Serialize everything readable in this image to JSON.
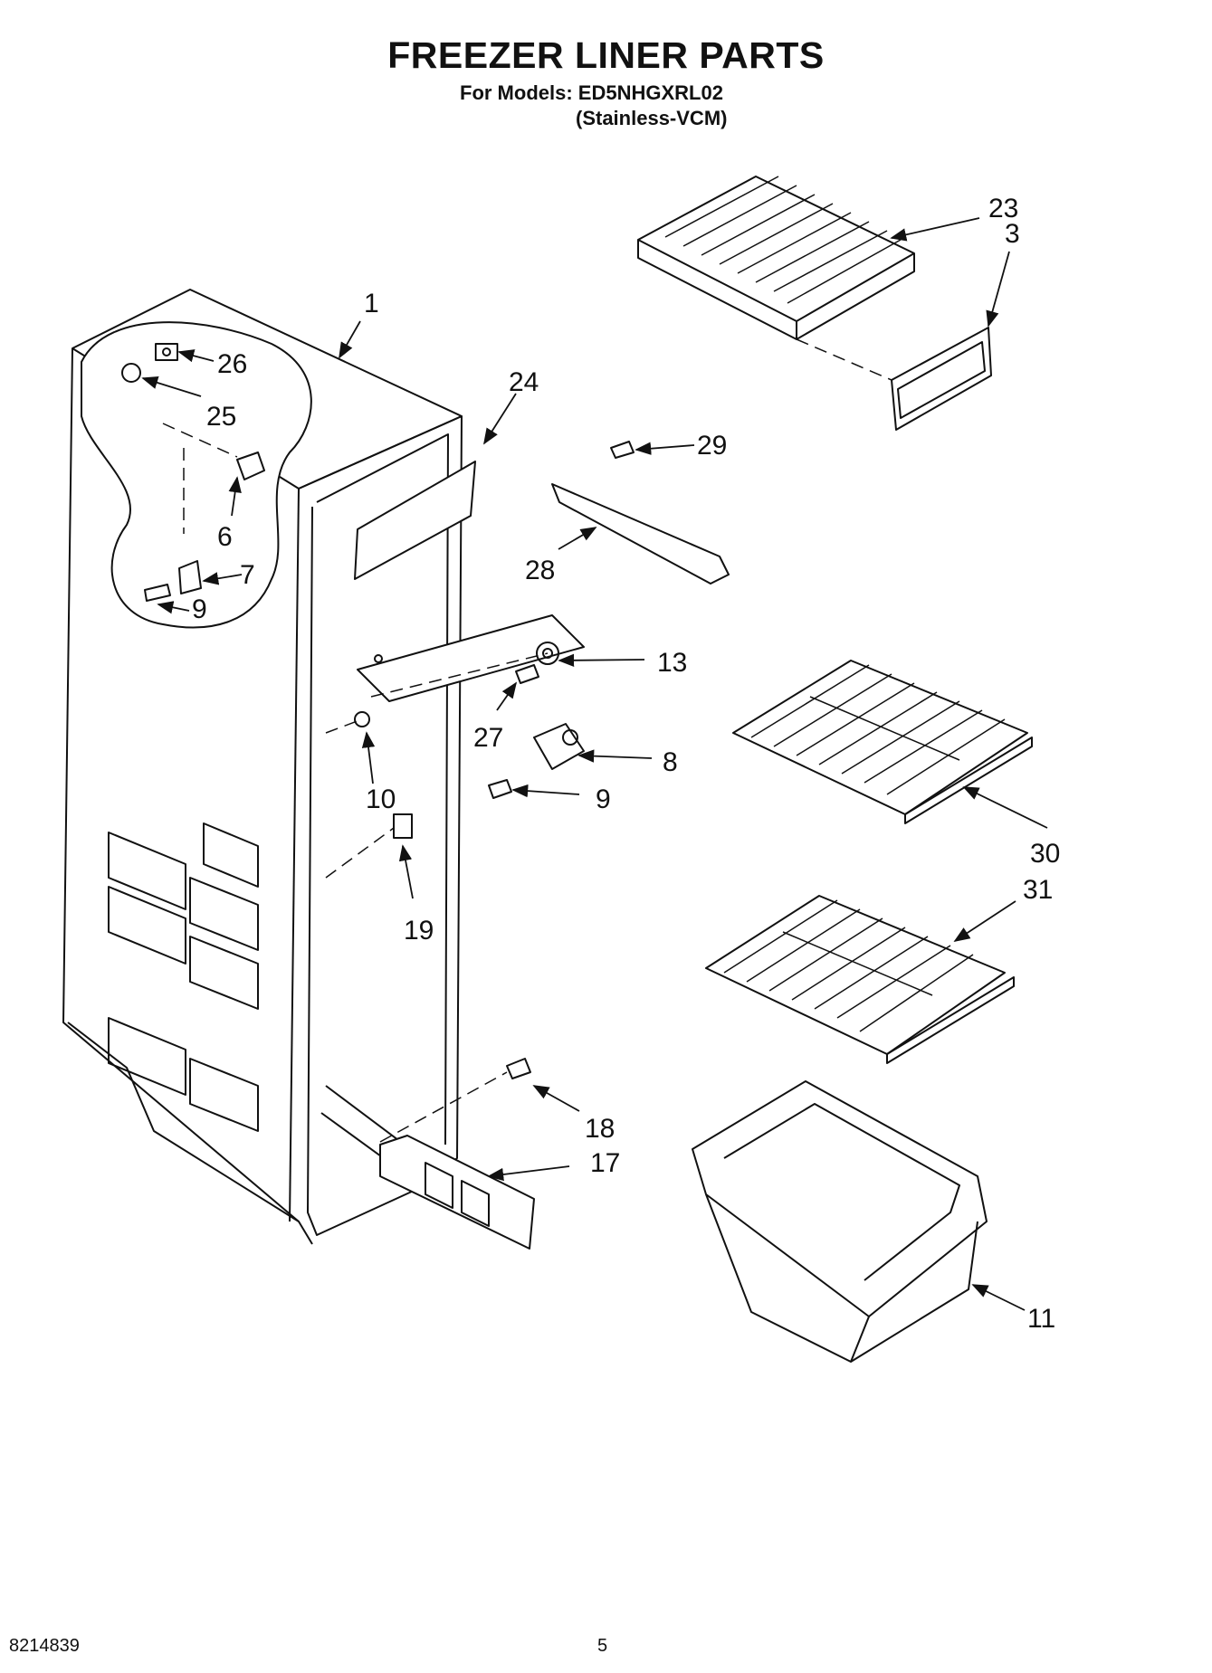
{
  "header": {
    "title": "FREEZER LINER PARTS",
    "models_line": "For Models: ED5NHGXRL02",
    "finish_line": "(Stainless-VCM)"
  },
  "callouts": [
    "1",
    "3",
    "23",
    "26",
    "25",
    "24",
    "29",
    "6",
    "28",
    "7",
    "9",
    "13",
    "27",
    "8",
    "10",
    "9",
    "30",
    "31",
    "19",
    "18",
    "17",
    "11"
  ],
  "footer": {
    "document_number": "8214839",
    "page_number": "5"
  }
}
